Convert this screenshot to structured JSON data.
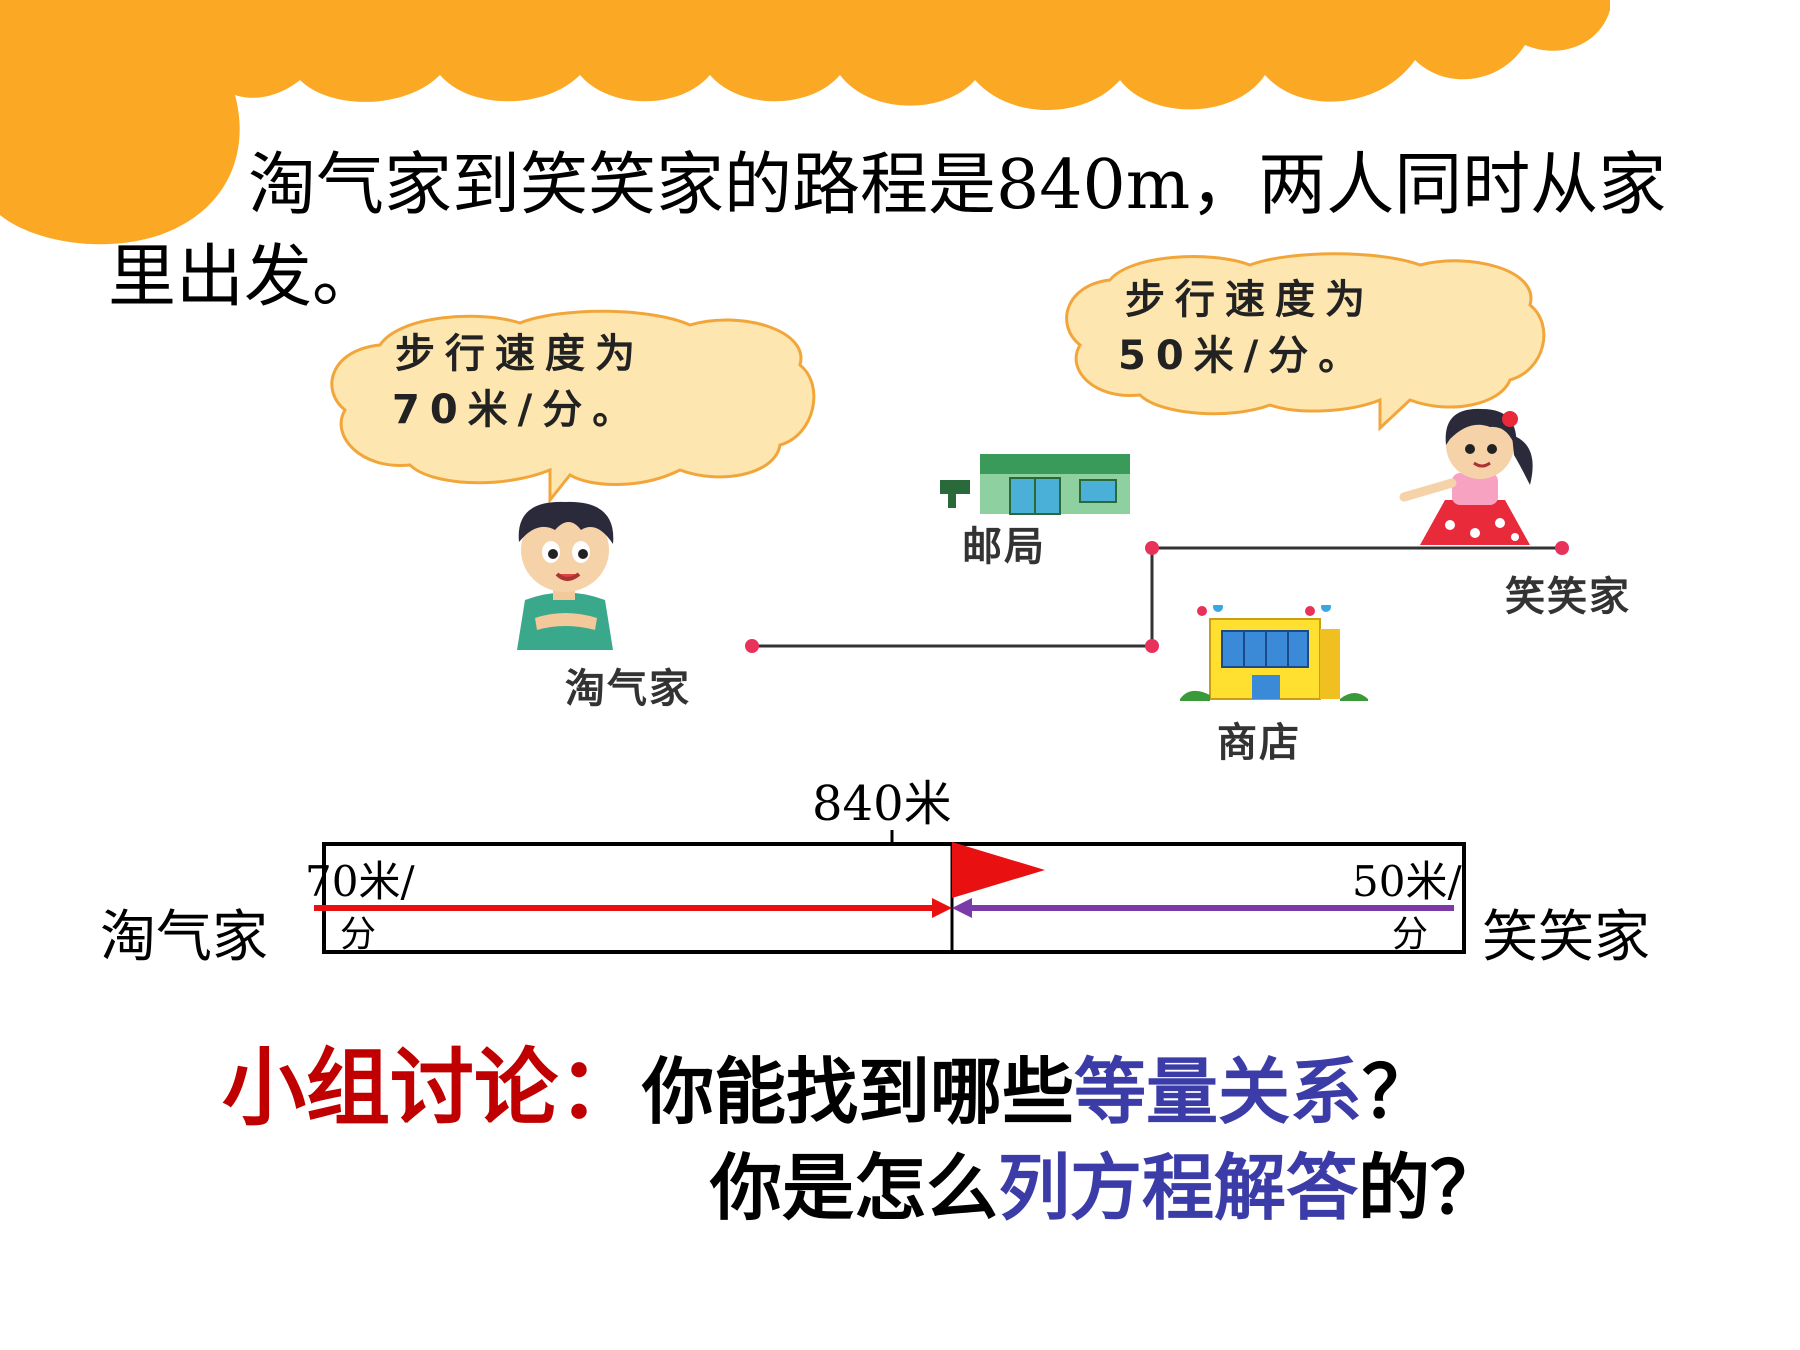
{
  "intro": {
    "line": "淘气家到笑笑家的路程是840m，两人同时从家里出发。"
  },
  "bubbles": {
    "left": {
      "line1": "步行速度为",
      "line2": "70米/分。"
    },
    "right": {
      "line1": "步行速度为",
      "line2": "50米/分。"
    }
  },
  "map": {
    "taoqi_home": "淘气家",
    "xiaoxiao_home": "笑笑家",
    "post_office": "邮局",
    "shop": "商店"
  },
  "line_diagram": {
    "total": "840米",
    "left_label": "淘气家",
    "right_label": "笑笑家",
    "left_speed_top": "70米/",
    "left_speed_bottom": "分",
    "right_speed_top": "50米/",
    "right_speed_bottom": "分"
  },
  "discussion": {
    "prefix": "小组讨论：",
    "q1_part1": "你能找到哪些",
    "q1_highlight": "等量关系",
    "q1_end": "？",
    "q2_part1": "你是怎么",
    "q2_highlight": "列方程解答",
    "q2_end": "的？"
  },
  "colors": {
    "banner": "#fba824",
    "red_arrow": "#e81010",
    "purple_arrow": "#7a3aa8",
    "flag": "#e81010",
    "dot": "#e8325a",
    "discuss_red": "#c00000",
    "discuss_blue": "#3c3ca8"
  }
}
